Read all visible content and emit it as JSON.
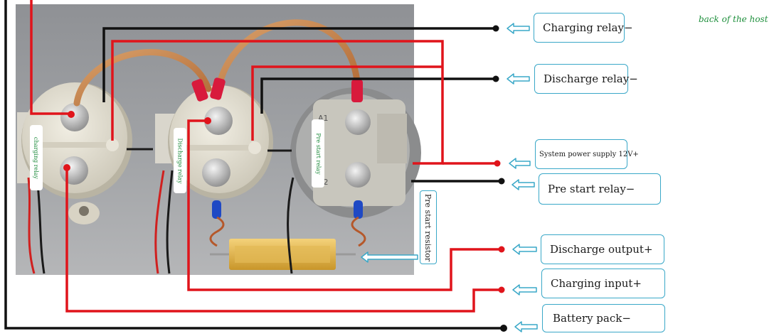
{
  "host_note": "back of the host",
  "callouts": {
    "charging_relay_neg": "Charging relay−",
    "discharge_relay_neg": "Discharge relay−",
    "system_power": "System power supply 12V+",
    "pre_start_relay_neg": "Pre start relay−",
    "discharge_output_pos": "Discharge output+",
    "charging_input_pos": "Charging input+",
    "battery_pack_neg": "Battery pack−"
  },
  "component_labels": {
    "charging_relay": "charging relay",
    "discharge_relay": "Discharge relay",
    "pre_start_relay": "Pre start relay",
    "pre_start_resistor": "Pre start resistor"
  },
  "terminal_marks": {
    "a1": "A1",
    "a2": "A2"
  },
  "colors": {
    "positive_wire": "#e0141b",
    "negative_wire": "#111111",
    "callout_border": "#3aa8c8",
    "arrow": "#3aa8c8",
    "label_green": "#1e8f3c"
  }
}
